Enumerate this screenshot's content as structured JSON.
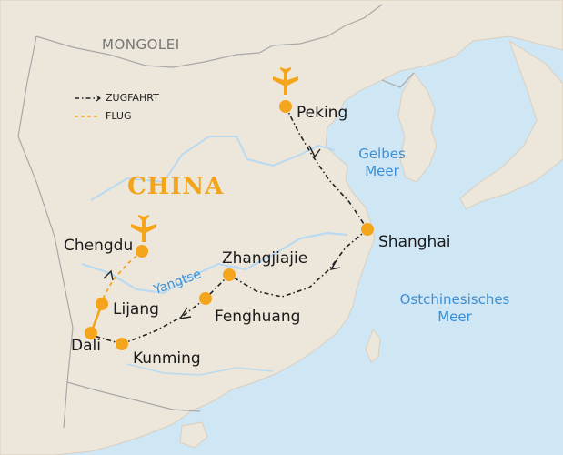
{
  "legend": {
    "train": "ZUGFAHRT",
    "flight": "FLUG"
  },
  "countries": {
    "china": "CHINA",
    "mongolia": "MONGOLEI"
  },
  "seas": {
    "yellow_sea": [
      "Gelbes",
      "Meer"
    ],
    "east_china_sea": [
      "Ostchinesisches",
      "Meer"
    ]
  },
  "river": "Yangtse",
  "cities": {
    "peking": "Peking",
    "shanghai": "Shanghai",
    "zhangjiajie": "Zhangjiajie",
    "fenghuang": "Fenghuang",
    "kunming": "Kunming",
    "dali": "Dali",
    "lijang": "Lijang",
    "chengdu": "Chengdu"
  },
  "colors": {
    "land": "#ede6da",
    "sea": "#cfe6f4",
    "route_accent": "#f5a51b",
    "train_line": "#222222",
    "water_text": "#3a8fd6"
  },
  "icons": [
    "plane-icon-peking",
    "plane-icon-chengdu"
  ]
}
